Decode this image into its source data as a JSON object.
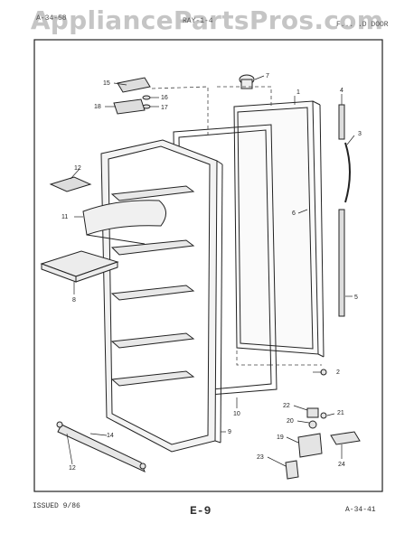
{
  "watermark": "AppliancePartsPros.com",
  "header": {
    "left_code": "A-34-58",
    "mid_code": "RAY-1-4",
    "right_title": "F... .D DOOR"
  },
  "footer": {
    "issued": "ISSUED  9/86",
    "page": "E-9",
    "ref": "A-34-41"
  },
  "callouts": [
    "1",
    "2",
    "3",
    "4",
    "5",
    "6",
    "7",
    "8",
    "9",
    "10",
    "11",
    "12",
    "12",
    "14",
    "15",
    "16",
    "17",
    "18",
    "19",
    "20",
    "21",
    "22",
    "23",
    "24"
  ]
}
